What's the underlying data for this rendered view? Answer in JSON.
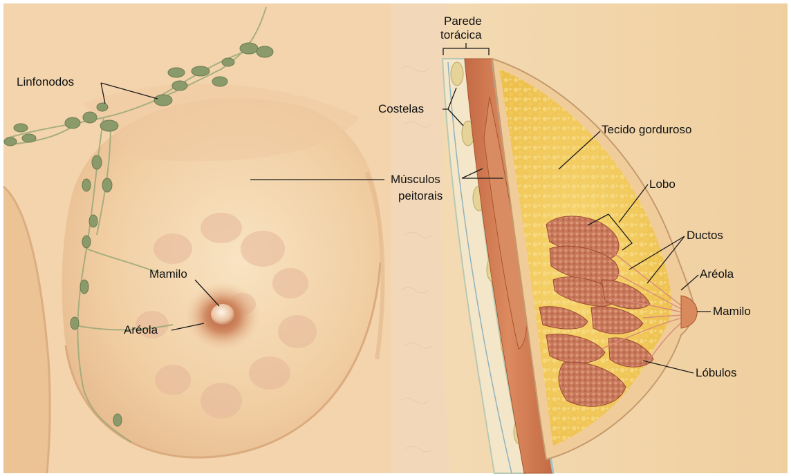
{
  "labels": {
    "left": {
      "linfonodos": "Linfonodos",
      "mamilo": "Mamilo",
      "areola": "Aréola"
    },
    "center": {
      "parede_line1": "Parede",
      "parede_line2": "torácica",
      "costelas": "Costelas",
      "musculos_line1": "Músculos",
      "musculos_line2": "peitorais"
    },
    "right": {
      "tecido": "Tecido gorduroso",
      "lobo": "Lobo",
      "ductos": "Ductos",
      "areola": "Aréola",
      "mamilo": "Mamilo",
      "lobulos": "Lóbulos"
    }
  },
  "colors": {
    "skin_light": "#f6ddb4",
    "skin_mid": "#eec89a",
    "skin_shadow": "#d9a878",
    "lymph_node": "#8a9a6a",
    "lymph_vessel": "#9aa878",
    "areola": "#c9744f",
    "fat_yellow": "#f5cf63",
    "lobule_red": "#c8775a",
    "muscle": "#cf7a52",
    "rib": "#e9dca8"
  }
}
